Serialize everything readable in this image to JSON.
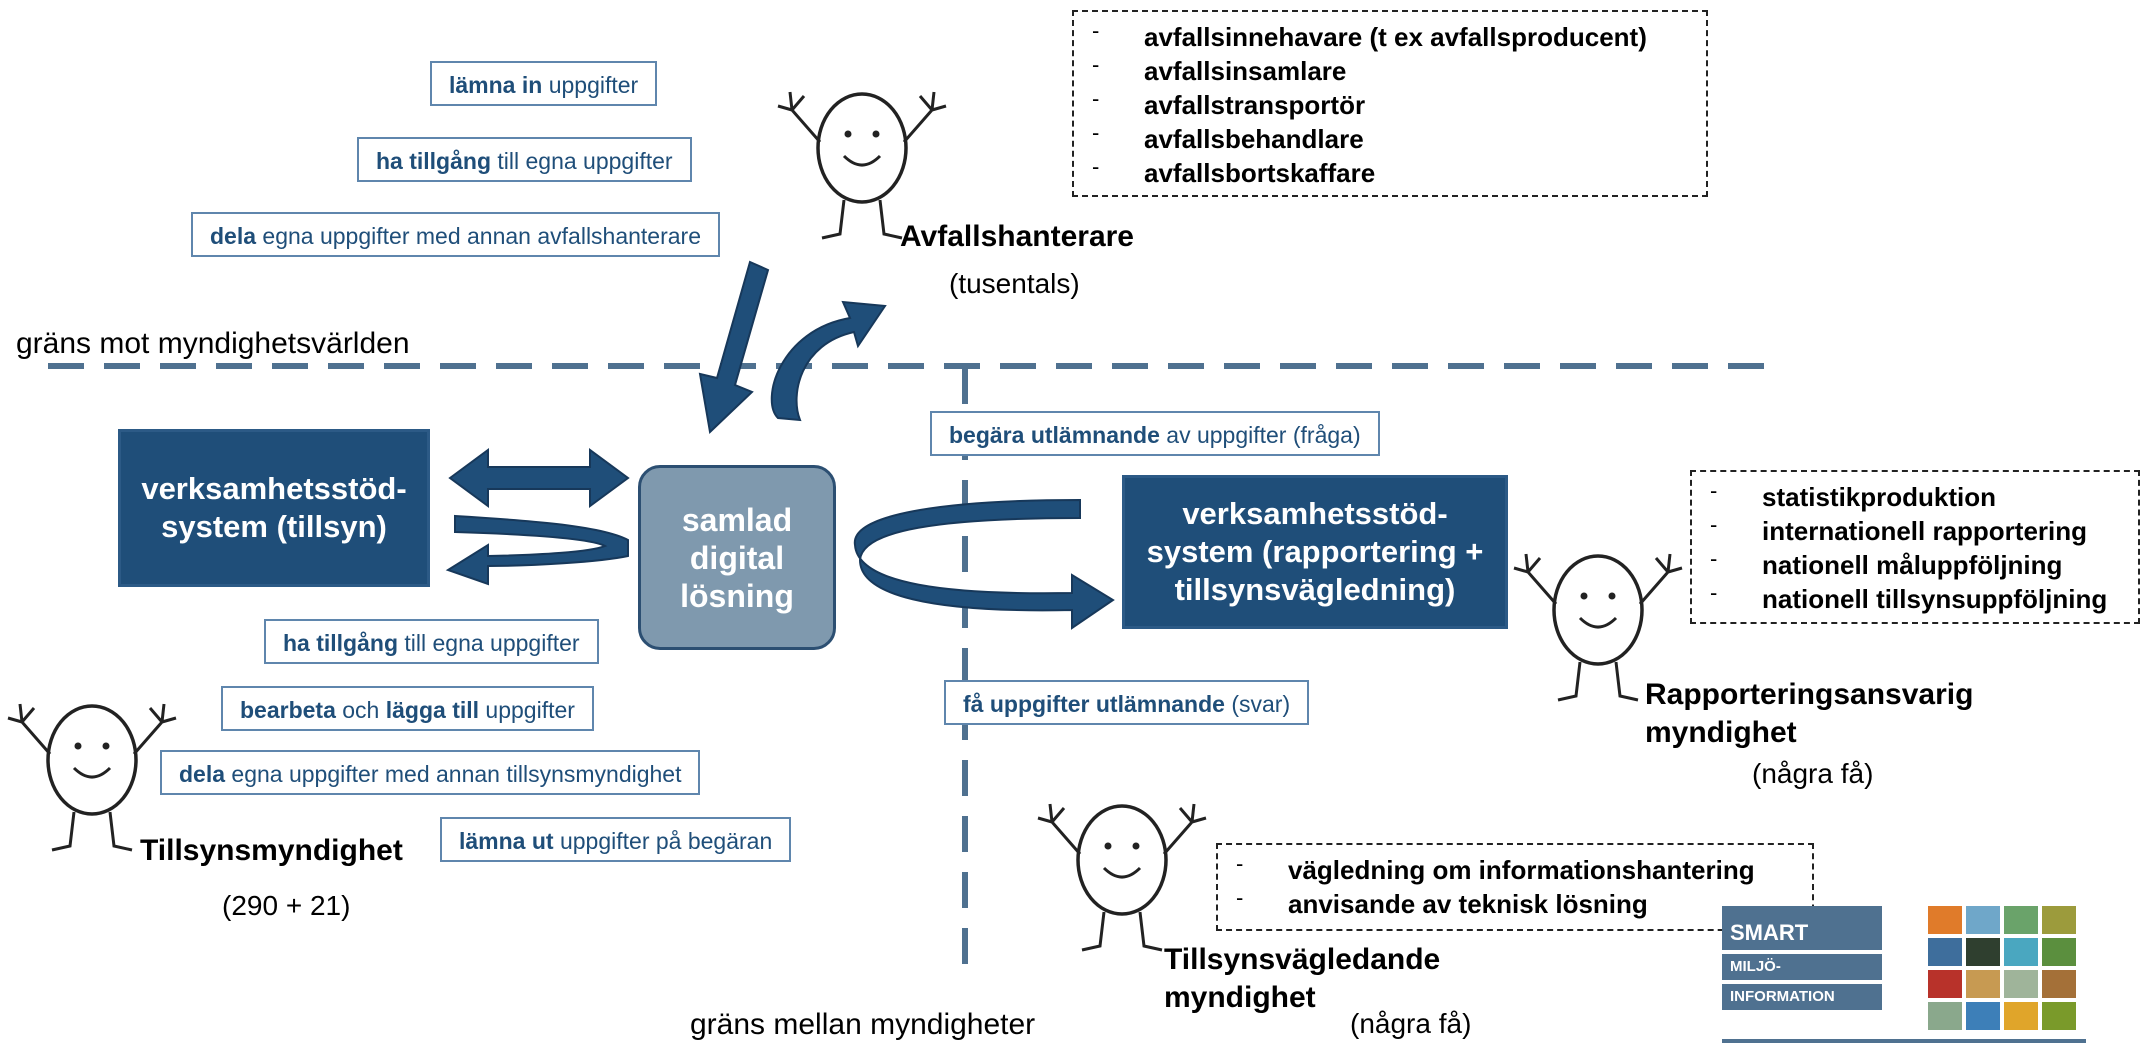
{
  "boundaries": {
    "authority_world": "gräns mot myndighetsvärlden",
    "between_authorities": "gräns mellan myndigheter"
  },
  "hub": {
    "lines": [
      "samlad",
      "digital",
      "lösning"
    ]
  },
  "system_supervision": {
    "lines": [
      "verksamhetsstöd-",
      "system (tillsyn)"
    ]
  },
  "system_reporting": {
    "lines": [
      "verksamhetsstöd-",
      "system (rapportering +",
      "tillsynsvägledning)"
    ]
  },
  "actors": {
    "waste_handler": {
      "name": "Avfallshanterare",
      "count": "(tusentals)"
    },
    "supervisory_authority": {
      "name": "Tillsynsmyndighet",
      "count": "(290 + 21)"
    },
    "reporting_authority": {
      "name_line1": "Rapporteringsansvarig",
      "name_line2": "myndighet",
      "count": "(några få)"
    },
    "guidance_authority": {
      "name_line1": "Tillsynsvägledande",
      "name_line2": "myndighet",
      "count": "(några få)"
    }
  },
  "waste_handler_actions": [
    {
      "bold": "lämna in",
      "rest": " uppgifter"
    },
    {
      "bold": "ha tillgång",
      "rest": " till egna uppgifter"
    },
    {
      "bold": "dela",
      "rest": " egna uppgifter med annan avfallshanterare"
    }
  ],
  "supervisory_actions": {
    "access": {
      "bold": "ha tillgång",
      "rest": " till egna uppgifter"
    },
    "process": {
      "bold1": "bearbeta",
      "mid": " och ",
      "bold2": "lägga till",
      "rest": " uppgifter"
    },
    "share": {
      "bold": "dela",
      "rest": " egna uppgifter med annan tillsynsmyndighet"
    },
    "release": {
      "bold": "lämna ut",
      "rest": " uppgifter på begäran"
    }
  },
  "request_actions": {
    "request": {
      "bold": "begära utlämnande",
      "rest": " av uppgifter (fråga)"
    },
    "response": {
      "bold": "få uppgifter utlämnande",
      "rest": " (svar)"
    }
  },
  "waste_handler_types": [
    "avfallsinnehavare (t ex avfallsproducent)",
    "avfallsinsamlare",
    "avfallstransportör",
    "avfallsbehandlare",
    "avfallsbortskaffare"
  ],
  "reporting_tasks": [
    "statistikproduktion",
    "internationell rapportering",
    "nationell måluppföljning",
    "nationell tillsynsuppföljning"
  ],
  "guidance_tasks": [
    "vägledning om informationshantering",
    "anvisande av teknisk lösning"
  ],
  "logo": {
    "line1": "SMART",
    "line2": "MILJÖ-",
    "line3": "INFORMATION"
  },
  "colors": {
    "dark_blue": "#1f4e79",
    "hub_grey": "#7f99ae",
    "dashed_line": "#4f7190",
    "box_border": "#5f86ad"
  }
}
